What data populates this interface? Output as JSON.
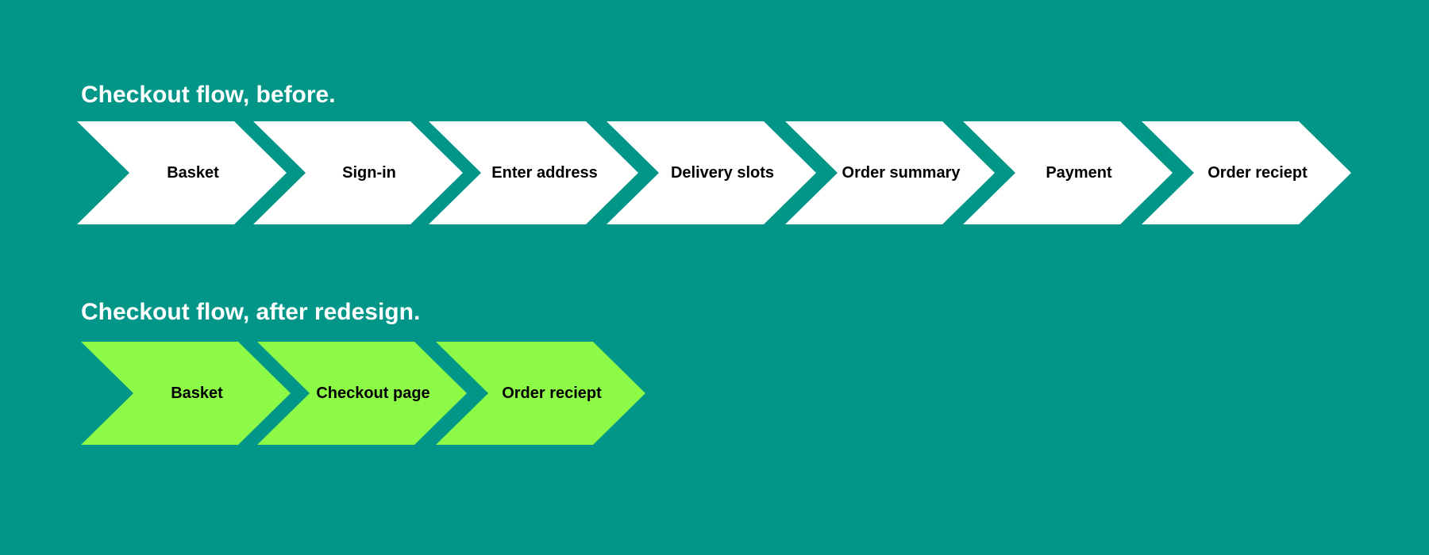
{
  "colors": {
    "background": "#019688",
    "before_step_fill": "#ffffff",
    "after_step_fill": "#8cfa47",
    "title_text": "#ffffff",
    "step_text": "#000000"
  },
  "before": {
    "title": "Checkout flow, before.",
    "steps": [
      {
        "label": "Basket"
      },
      {
        "label": "Sign-in"
      },
      {
        "label": "Enter address"
      },
      {
        "label": "Delivery slots"
      },
      {
        "label": "Order summary"
      },
      {
        "label": "Payment"
      },
      {
        "label": "Order reciept"
      }
    ]
  },
  "after": {
    "title": "Checkout flow, after redesign.",
    "steps": [
      {
        "label": "Basket"
      },
      {
        "label": "Checkout page"
      },
      {
        "label": "Order reciept"
      }
    ]
  }
}
